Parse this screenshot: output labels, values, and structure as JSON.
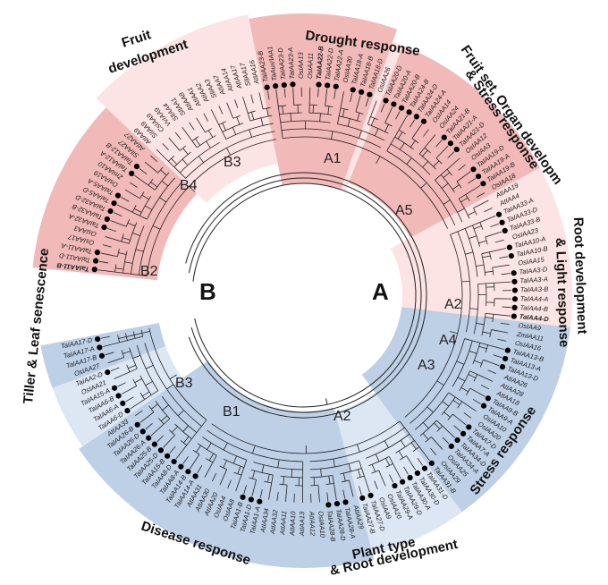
{
  "groups": [
    {
      "key": "A",
      "label": "A"
    },
    {
      "key": "B",
      "label": "B"
    }
  ],
  "clades": [
    {
      "key": "A1",
      "label": "A1",
      "group": "A"
    },
    {
      "key": "A5",
      "label": "A5",
      "group": "A"
    },
    {
      "key": "A2a",
      "label": "A2",
      "group": "A"
    },
    {
      "key": "A4",
      "label": "A4",
      "group": "A"
    },
    {
      "key": "A3",
      "label": "A3",
      "group": "A"
    },
    {
      "key": "A2b",
      "label": "A2",
      "group": "A"
    },
    {
      "key": "B1",
      "label": "B1",
      "group": "B"
    },
    {
      "key": "B3a",
      "label": "B3",
      "group": "B"
    },
    {
      "key": "B2",
      "label": "B2",
      "group": "B"
    },
    {
      "key": "B4",
      "label": "B4",
      "group": "B"
    },
    {
      "key": "B3b",
      "label": "B3",
      "group": "B"
    }
  ],
  "functions": [
    {
      "key": "drought",
      "label": "Drought response"
    },
    {
      "key": "fruitset",
      "label": "Fruit set, Organ developm"
    },
    {
      "key": "stressresp1",
      "label": "& Stress response"
    },
    {
      "key": "rootdev",
      "label": "Root development"
    },
    {
      "key": "lightresp",
      "label": "& Light response"
    },
    {
      "key": "stress",
      "label": "Stress response"
    },
    {
      "key": "planttype",
      "label": "Plant type"
    },
    {
      "key": "rootdev2",
      "label": "& Root development"
    },
    {
      "key": "disease",
      "label": "Disease response"
    },
    {
      "key": "tiller",
      "label": "Tiller & Leaf senescence"
    },
    {
      "key": "fruitdev",
      "label": "Fruit"
    },
    {
      "key": "fruitdev2",
      "label": "development"
    }
  ],
  "leaves": [
    {
      "name": "TaIAA11-B",
      "marked": true,
      "bold": true
    },
    {
      "name": "TaIAA11-D",
      "marked": true
    },
    {
      "name": "TaIAA11-A",
      "marked": true
    },
    {
      "name": "OsIAA17",
      "marked": false
    },
    {
      "name": "OsIAA3",
      "marked": false
    },
    {
      "name": "TaIAA32-A",
      "marked": true
    },
    {
      "name": "TaIAA32-B",
      "marked": true
    },
    {
      "name": "TaIAA32-D",
      "marked": true
    },
    {
      "name": "TaIAA5-D",
      "marked": true
    },
    {
      "name": "TaIAA5-A",
      "marked": true
    },
    {
      "name": "OsIAA19",
      "marked": false
    },
    {
      "name": "ZmIAA10",
      "marked": false
    },
    {
      "name": "TaIAA12-A",
      "marked": true
    },
    {
      "name": "TaIAA12-B",
      "marked": true
    },
    {
      "name": "SlIAA27",
      "marked": false
    },
    {
      "name": "AtIAA27",
      "marked": false
    },
    {
      "name": "AtIAA9",
      "marked": false
    },
    {
      "name": "SlIAA9",
      "marked": false
    },
    {
      "name": "CsIAA9",
      "marked": false
    },
    {
      "name": "VvIAA9",
      "marked": false
    },
    {
      "name": "SlIAA4",
      "marked": false
    },
    {
      "name": "SlIAA1",
      "marked": false
    },
    {
      "name": "AtIAA8",
      "marked": false
    },
    {
      "name": "AtIAA1",
      "marked": false
    },
    {
      "name": "AtIAA2",
      "marked": false
    },
    {
      "name": "SlIAA3",
      "marked": false
    },
    {
      "name": "AtIAA7",
      "marked": false
    },
    {
      "name": "AtIAA14",
      "marked": false
    },
    {
      "name": "AtIAA17",
      "marked": false
    },
    {
      "name": "SlIAA17",
      "marked": false
    },
    {
      "name": "AtIAA16",
      "marked": false
    },
    {
      "name": "TaIAA23-B",
      "marked": true
    },
    {
      "name": "TaAux/IAA1",
      "marked": true
    },
    {
      "name": "TaIAA23-D",
      "marked": true
    },
    {
      "name": "TaIAA23-A",
      "marked": true
    },
    {
      "name": "OsIAA13",
      "marked": false
    },
    {
      "name": "OsIAA11",
      "marked": false
    },
    {
      "name": "TaIAA22-B",
      "marked": true,
      "bold": true
    },
    {
      "name": "TaIAA22-D",
      "marked": true
    },
    {
      "name": "TaIAA22-A",
      "marked": true
    },
    {
      "name": "OsIAA30",
      "marked": false
    },
    {
      "name": "TaIAA18-A",
      "marked": true
    },
    {
      "name": "TaIAA18-B",
      "marked": true
    },
    {
      "name": "TaIAA18-D",
      "marked": true
    },
    {
      "name": "OsIAA26",
      "marked": false
    },
    {
      "name": "TaIAA20-D",
      "marked": true
    },
    {
      "name": "TaIAA20-A",
      "marked": true
    },
    {
      "name": "TaIAA20-B",
      "marked": true
    },
    {
      "name": "TaIAA24-B",
      "marked": true
    },
    {
      "name": "TaIAA24-D",
      "marked": true
    },
    {
      "name": "TaIAA24-A",
      "marked": true
    },
    {
      "name": "OsIAA14",
      "marked": false
    },
    {
      "name": "OsIAA24",
      "marked": false
    },
    {
      "name": "TaIAA21-B",
      "marked": true
    },
    {
      "name": "TaIAA21-A",
      "marked": true
    },
    {
      "name": "TaIAA21-D",
      "marked": true
    },
    {
      "name": "OsIAA12",
      "marked": false
    },
    {
      "name": "OsIAA3",
      "marked": false
    },
    {
      "name": "TaIAA19-D",
      "marked": true
    },
    {
      "name": "TaIAA19-A",
      "marked": true
    },
    {
      "name": "TaIAA19-B",
      "marked": true
    },
    {
      "name": "OsIAA18",
      "marked": false
    },
    {
      "name": "AtIAA19",
      "marked": false
    },
    {
      "name": "AtIAA4",
      "marked": false
    },
    {
      "name": "TaIAA33-A",
      "marked": true
    },
    {
      "name": "TaIAA33-D",
      "marked": true
    },
    {
      "name": "TaIAA33-B",
      "marked": true
    },
    {
      "name": "OsIAA23",
      "marked": false
    },
    {
      "name": "TaIAA10-A",
      "marked": true
    },
    {
      "name": "TaIAA10-B",
      "marked": true
    },
    {
      "name": "OsIAA15",
      "marked": false
    },
    {
      "name": "TaIAA3-D",
      "marked": true
    },
    {
      "name": "TaIAA3-A",
      "marked": true
    },
    {
      "name": "TaIAA3-B",
      "marked": true
    },
    {
      "name": "TaIAA4-A",
      "marked": true
    },
    {
      "name": "TaIAA4-B",
      "marked": true
    },
    {
      "name": "TaIAA4-D",
      "marked": true,
      "bold": true
    },
    {
      "name": "OsIAA9",
      "marked": false
    },
    {
      "name": "ZmIAA11",
      "marked": false
    },
    {
      "name": "OsIAA16",
      "marked": false
    },
    {
      "name": "TaIAA13-B",
      "marked": true
    },
    {
      "name": "TaIAA13-A",
      "marked": true
    },
    {
      "name": "TaIAA13-D",
      "marked": true
    },
    {
      "name": "AtIAA26",
      "marked": false
    },
    {
      "name": "AtIAA28",
      "marked": false
    },
    {
      "name": "AtIAA18",
      "marked": false
    },
    {
      "name": "TaIAA9-B",
      "marked": true
    },
    {
      "name": "TaIAA9-A",
      "marked": true
    },
    {
      "name": "OsIAA10",
      "marked": false
    },
    {
      "name": "OsIAA20",
      "marked": false
    },
    {
      "name": "TaIAA7-D",
      "marked": true
    },
    {
      "name": "TaIAA7-A",
      "marked": true
    },
    {
      "name": "TaIAA34-D",
      "marked": true
    },
    {
      "name": "TaIAA34-A",
      "marked": true
    },
    {
      "name": "OsIAA25",
      "marked": false
    },
    {
      "name": "OsIAA29",
      "marked": false
    },
    {
      "name": "TaIAA31-B",
      "marked": true
    },
    {
      "name": "TaIAA31-D",
      "marked": true
    },
    {
      "name": "TaIAA30-D",
      "marked": true
    },
    {
      "name": "TaIAA30-A",
      "marked": true
    },
    {
      "name": "TaIAA29-D",
      "marked": true
    },
    {
      "name": "TaIAA29-A",
      "marked": true
    },
    {
      "name": "OsIAA20",
      "marked": false
    },
    {
      "name": "OsIAA9",
      "marked": false
    },
    {
      "name": "TaIAA27-D",
      "marked": true
    },
    {
      "name": "TaIAA27-B",
      "marked": true
    },
    {
      "name": "AtIAA29",
      "marked": false
    },
    {
      "name": "TaIAA28-A",
      "marked": true
    },
    {
      "name": "TaIAA28-D",
      "marked": true
    },
    {
      "name": "TaIAA28-B",
      "marked": true
    },
    {
      "name": "OsIAA10",
      "marked": false
    },
    {
      "name": "AtIAA12",
      "marked": false
    },
    {
      "name": "AtIAA13",
      "marked": false
    },
    {
      "name": "AtIAA10",
      "marked": false
    },
    {
      "name": "AtIAA11",
      "marked": false
    },
    {
      "name": "AtIAA32",
      "marked": false
    },
    {
      "name": "AtIAA34",
      "marked": false
    },
    {
      "name": "TaIAA1-A",
      "marked": true
    },
    {
      "name": "TaIAA1-D",
      "marked": true
    },
    {
      "name": "TaIAA1-B",
      "marked": true
    },
    {
      "name": "OsIAA8",
      "marked": false
    },
    {
      "name": "OsIAA4",
      "marked": false
    },
    {
      "name": "AtIAA20",
      "marked": false
    },
    {
      "name": "AtIAA30",
      "marked": false
    },
    {
      "name": "AtIAA31",
      "marked": false
    },
    {
      "name": "TaIAA14-A",
      "marked": true
    },
    {
      "name": "TaIAA14-B",
      "marked": true
    },
    {
      "name": "TaIAA8-A",
      "marked": true
    },
    {
      "name": "TaIAA8-D",
      "marked": true
    },
    {
      "name": "TaIAA15-B",
      "marked": true
    },
    {
      "name": "TaIAA25-D",
      "marked": true
    },
    {
      "name": "TaIAA25-B",
      "marked": true
    },
    {
      "name": "TaIAA26-A",
      "marked": true
    },
    {
      "name": "TaIAA26-D",
      "marked": true
    },
    {
      "name": "TaIAA26-B",
      "marked": true
    },
    {
      "name": "AtIAA33",
      "marked": false
    },
    {
      "name": "TaIAA6-D",
      "marked": true
    },
    {
      "name": "TaIAA6-A",
      "marked": true
    },
    {
      "name": "TaIAA6-B",
      "marked": true
    },
    {
      "name": "TaIAA15-A",
      "marked": true
    },
    {
      "name": "OsIAA21",
      "marked": false
    },
    {
      "name": "TaIAA2-D",
      "marked": true
    },
    {
      "name": "OsIAA27",
      "marked": false
    },
    {
      "name": "TaIAA17-B",
      "marked": true
    },
    {
      "name": "TaIAA17-A",
      "marked": true
    },
    {
      "name": "TaIAA17-D",
      "marked": true
    }
  ],
  "colors": {
    "groupA": "#f1b9b7",
    "groupA_light": "#fbe4e3",
    "groupB": "#bdd0e6",
    "groupB_light": "#dde7f3",
    "branch": "#222222",
    "marker": "#000000"
  }
}
